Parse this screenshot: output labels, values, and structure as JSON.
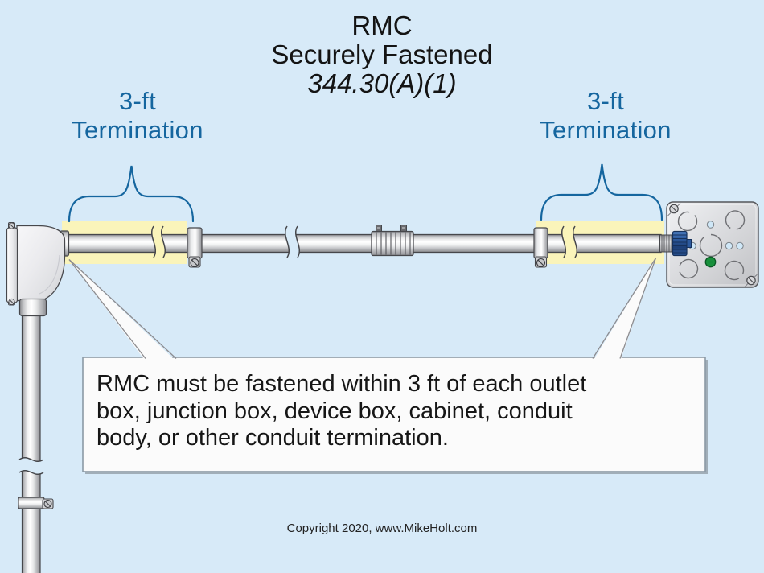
{
  "title": {
    "line1": "RMC",
    "line2": "Securely Fastened",
    "code": "344.30(A)(1)"
  },
  "labels": {
    "left": {
      "line1": "3-ft",
      "line2": "Termination"
    },
    "right": {
      "line1": "3-ft",
      "line2": "Termination"
    }
  },
  "callout": {
    "line1": "RMC must be fastened within 3 ft of each outlet",
    "line2": "box, junction box, device box, cabinet, conduit",
    "line3": "body, or other conduit termination."
  },
  "footer": {
    "copyright": "Copyright 2020, www.MikeHolt.com"
  },
  "colors": {
    "background": "#d7eaf8",
    "accent_blue": "#15669f",
    "highlight_yellow": "#faf4ba",
    "pipe_outline": "#46474b",
    "callout_bg": "#fbfbfb",
    "callout_border": "#8c9aa6",
    "locknut_blue": "#2d5a9e",
    "ground_screw_green": "#18913c"
  }
}
